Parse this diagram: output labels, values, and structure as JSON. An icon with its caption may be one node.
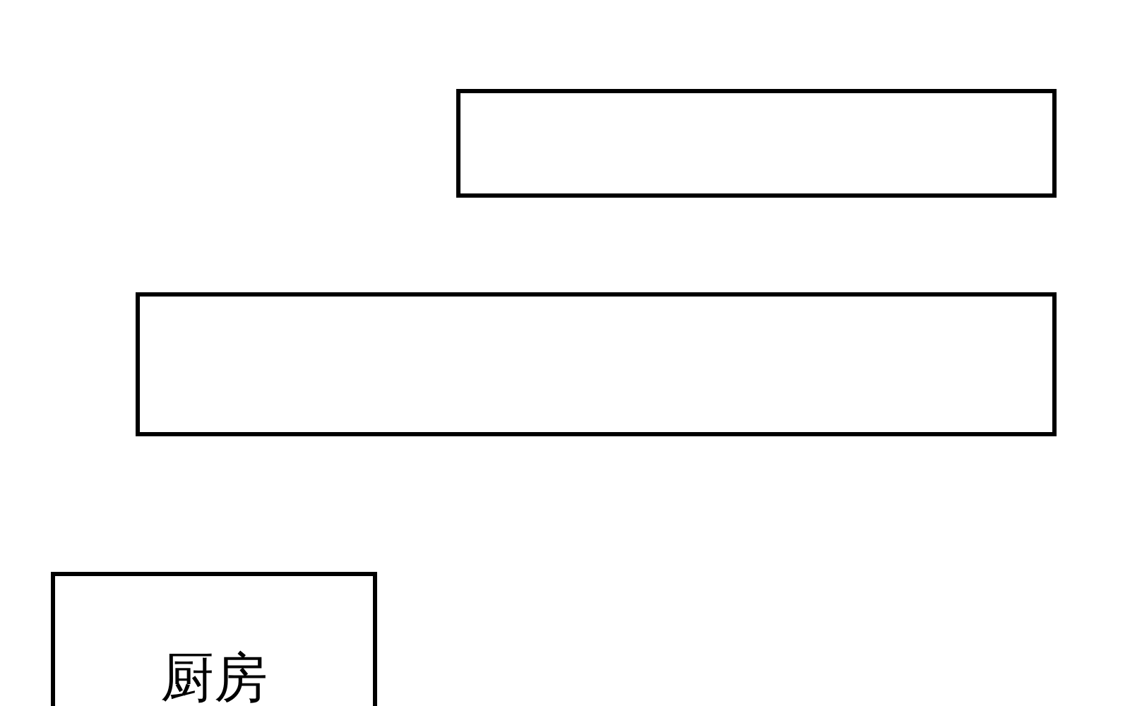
{
  "diagram": {
    "nodes": [
      {
        "text": [],
        "shape": "box"
      },
      {
        "text": [],
        "shape": "box"
      },
      {
        "text": [
          "厨房"
        ]
      }
    ]
  }
}
